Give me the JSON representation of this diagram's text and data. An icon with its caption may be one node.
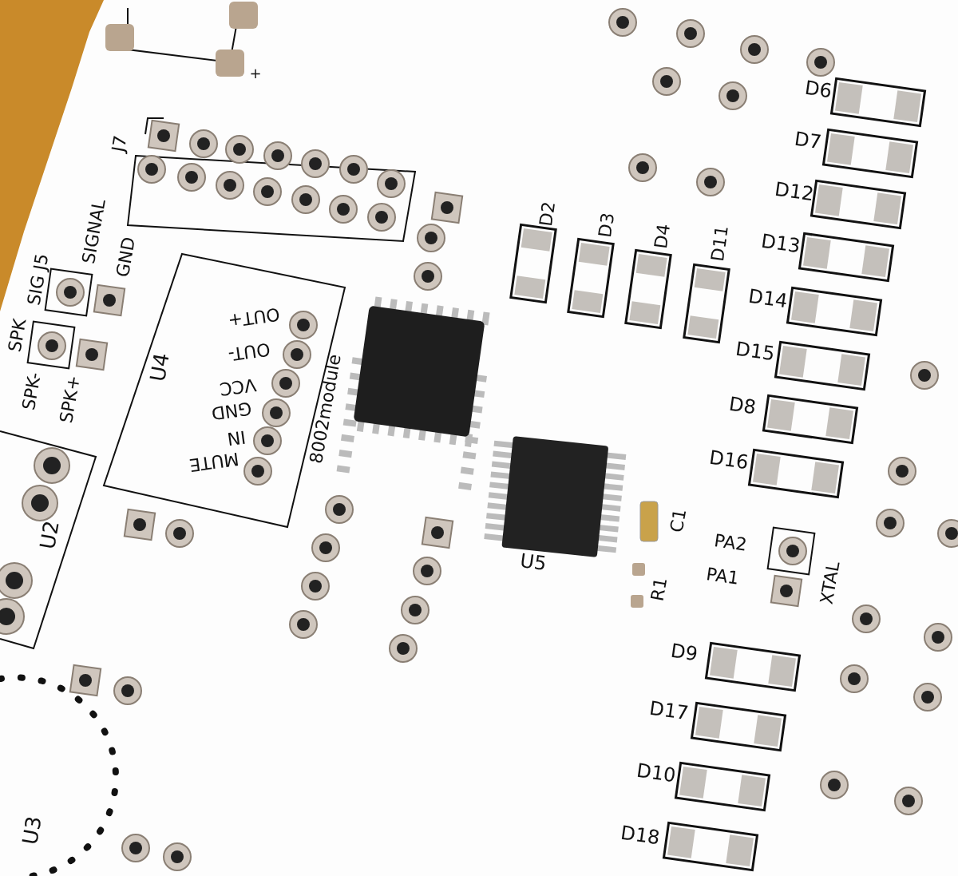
{
  "diagram": {
    "labels": [
      "+",
      "J7",
      "D6",
      "D7",
      "D12",
      "D13",
      "D14",
      "D15",
      "D8",
      "D16",
      "D2",
      "D3",
      "D4",
      "D11",
      "SIGNAL",
      "GND",
      "SIG J5",
      "SPK",
      "OUT+",
      "OUT-",
      "VCC",
      "GND",
      "IN",
      "MUTE",
      "U4",
      "SPK-",
      "SPK+",
      "8002module",
      "U2",
      "C1",
      "PA2",
      "PA1",
      "U5",
      "R1",
      "XTAL",
      "D9",
      "D17",
      "D10",
      "D18",
      "U3"
    ]
  }
}
